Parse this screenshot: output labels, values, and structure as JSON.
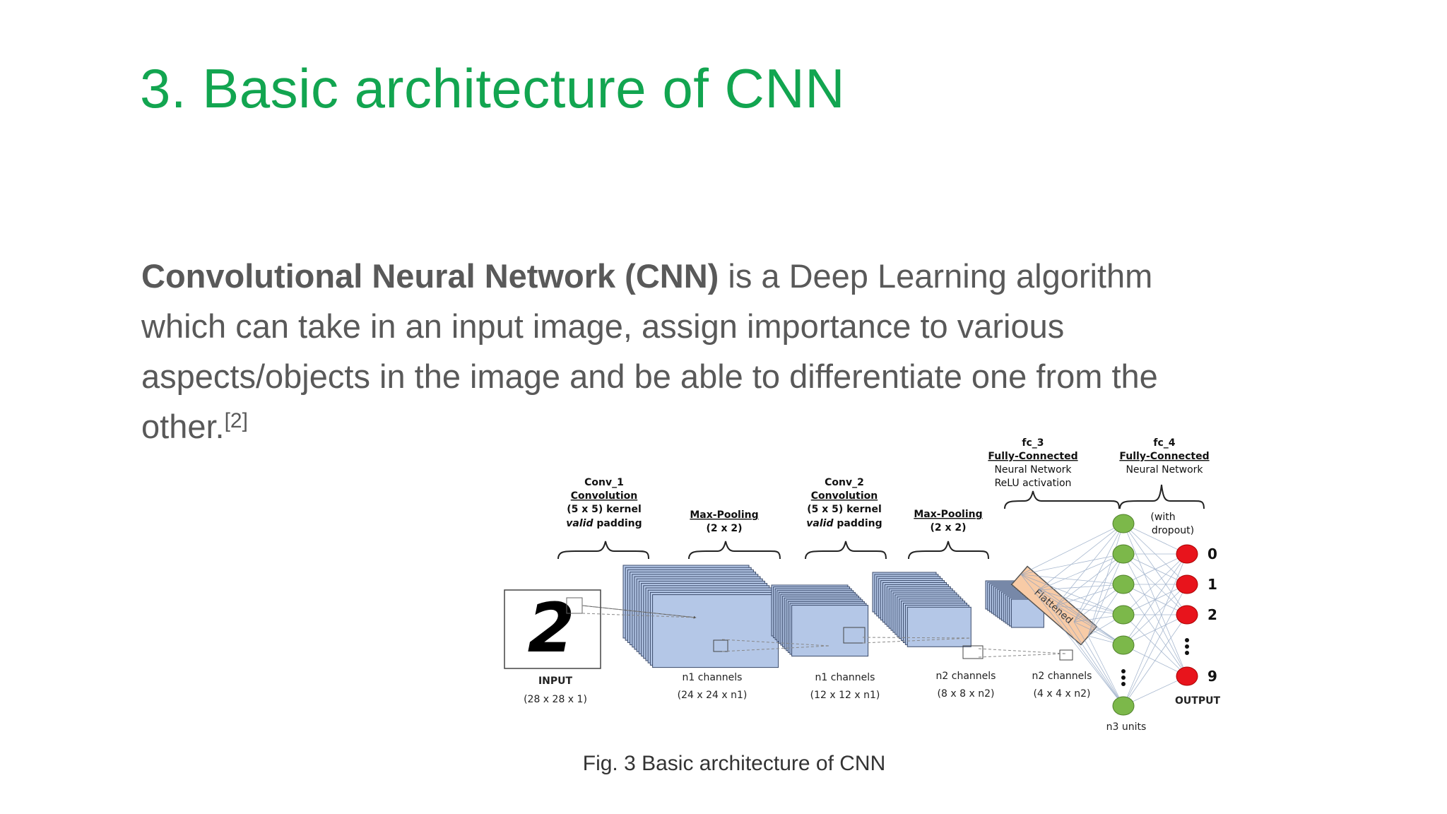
{
  "slide": {
    "title": "3. Basic architecture of CNN",
    "paragraph": {
      "bold_term": "Convolutional Neural Network (CNN)",
      "rest": " is a Deep Learning algorithm which can take in an input image, assign importance to various aspects/objects in the image and be able to differentiate one from the other.",
      "citation": "[2]"
    },
    "caption": "Fig. 3  Basic architecture of CNN"
  },
  "diagram": {
    "input": {
      "label": "INPUT",
      "dims": "(28 x 28 x 1)",
      "digit": "2"
    },
    "conv1": {
      "line1": "Conv_1",
      "line2": "Convolution",
      "line3": "(5 x 5) kernel",
      "line4a": "valid",
      "line4b": " padding"
    },
    "pool1": {
      "line1": "Max-Pooling",
      "line2": "(2 x 2)"
    },
    "conv2": {
      "line1": "Conv_2",
      "line2": "Convolution",
      "line3": "(5 x 5) kernel",
      "line4a": "valid",
      "line4b": " padding"
    },
    "pool2": {
      "line1": "Max-Pooling",
      "line2": "(2 x 2)"
    },
    "fc3": {
      "line1": "fc_3",
      "line2": "Fully-Connected",
      "line3": "Neural Network",
      "line4": "ReLU activation"
    },
    "fc4": {
      "line1": "fc_4",
      "line2": "Fully-Connected",
      "line3": "Neural Network"
    },
    "dropout": {
      "line1": "(with",
      "line2": "dropout)"
    },
    "flattened": "Flattened",
    "stages": [
      {
        "channels": "n1 channels",
        "dims": "(24 x 24 x n1)"
      },
      {
        "channels": "n1 channels",
        "dims": "(12 x 12 x n1)"
      },
      {
        "channels": "n2 channels",
        "dims": "(8 x 8 x n2)"
      },
      {
        "channels": "n2 channels",
        "dims": "(4 x 4 x n2)"
      }
    ],
    "hidden_units_label": "n3 units",
    "outputs": [
      "0",
      "1",
      "2",
      "9"
    ],
    "output_label": "OUTPUT",
    "colors": {
      "hidden": "#7cb84a",
      "output": "#e8141c",
      "map": "#b4c7e7",
      "flat": "#f8cba6"
    }
  }
}
